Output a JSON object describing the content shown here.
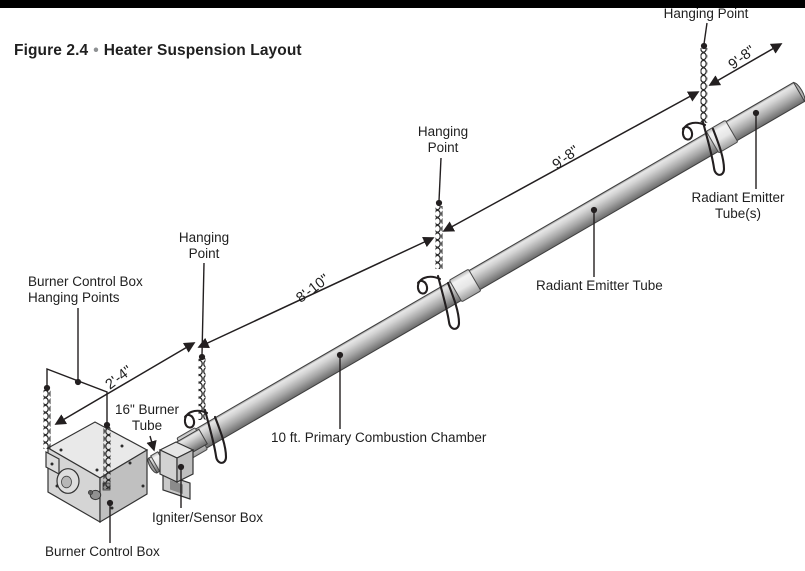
{
  "figure": {
    "number": "Figure 2.4",
    "separator": "•",
    "title": "Heater Suspension Layout"
  },
  "labels": {
    "hanging_point_top": "Hanging Point",
    "hanging_point_mid": {
      "line1": "Hanging",
      "line2": "Point"
    },
    "hanging_point_low": {
      "line1": "Hanging",
      "line2": "Point"
    },
    "burner_box_hanging_points": {
      "line1": "Burner Control Box",
      "line2": "Hanging Points"
    },
    "burner_tube": {
      "line1": "16\" Burner",
      "line2": "Tube"
    },
    "igniter_sensor_box": "Igniter/Sensor Box",
    "burner_control_box": "Burner Control Box",
    "combustion_chamber": "10 ft. Primary Combustion Chamber",
    "radiant_emitter_tube": "Radiant Emitter Tube",
    "radiant_emitter_tubes": {
      "line1": "Radiant Emitter",
      "line2": "Tube(s)"
    }
  },
  "dimensions": {
    "box_to_first_hanging_point": "2'-4\"",
    "first_to_second": "8'-10\"",
    "second_to_third": "9'-8\"",
    "third_to_next": "9'-8\""
  },
  "palette": {
    "line": "#231f20",
    "text": "#1f1f1f",
    "bullet": "#8e9193",
    "tube-light": "#e7e7e7",
    "tube-dark": "#6b6b6b",
    "coupling-light": "#f3f3f3"
  }
}
